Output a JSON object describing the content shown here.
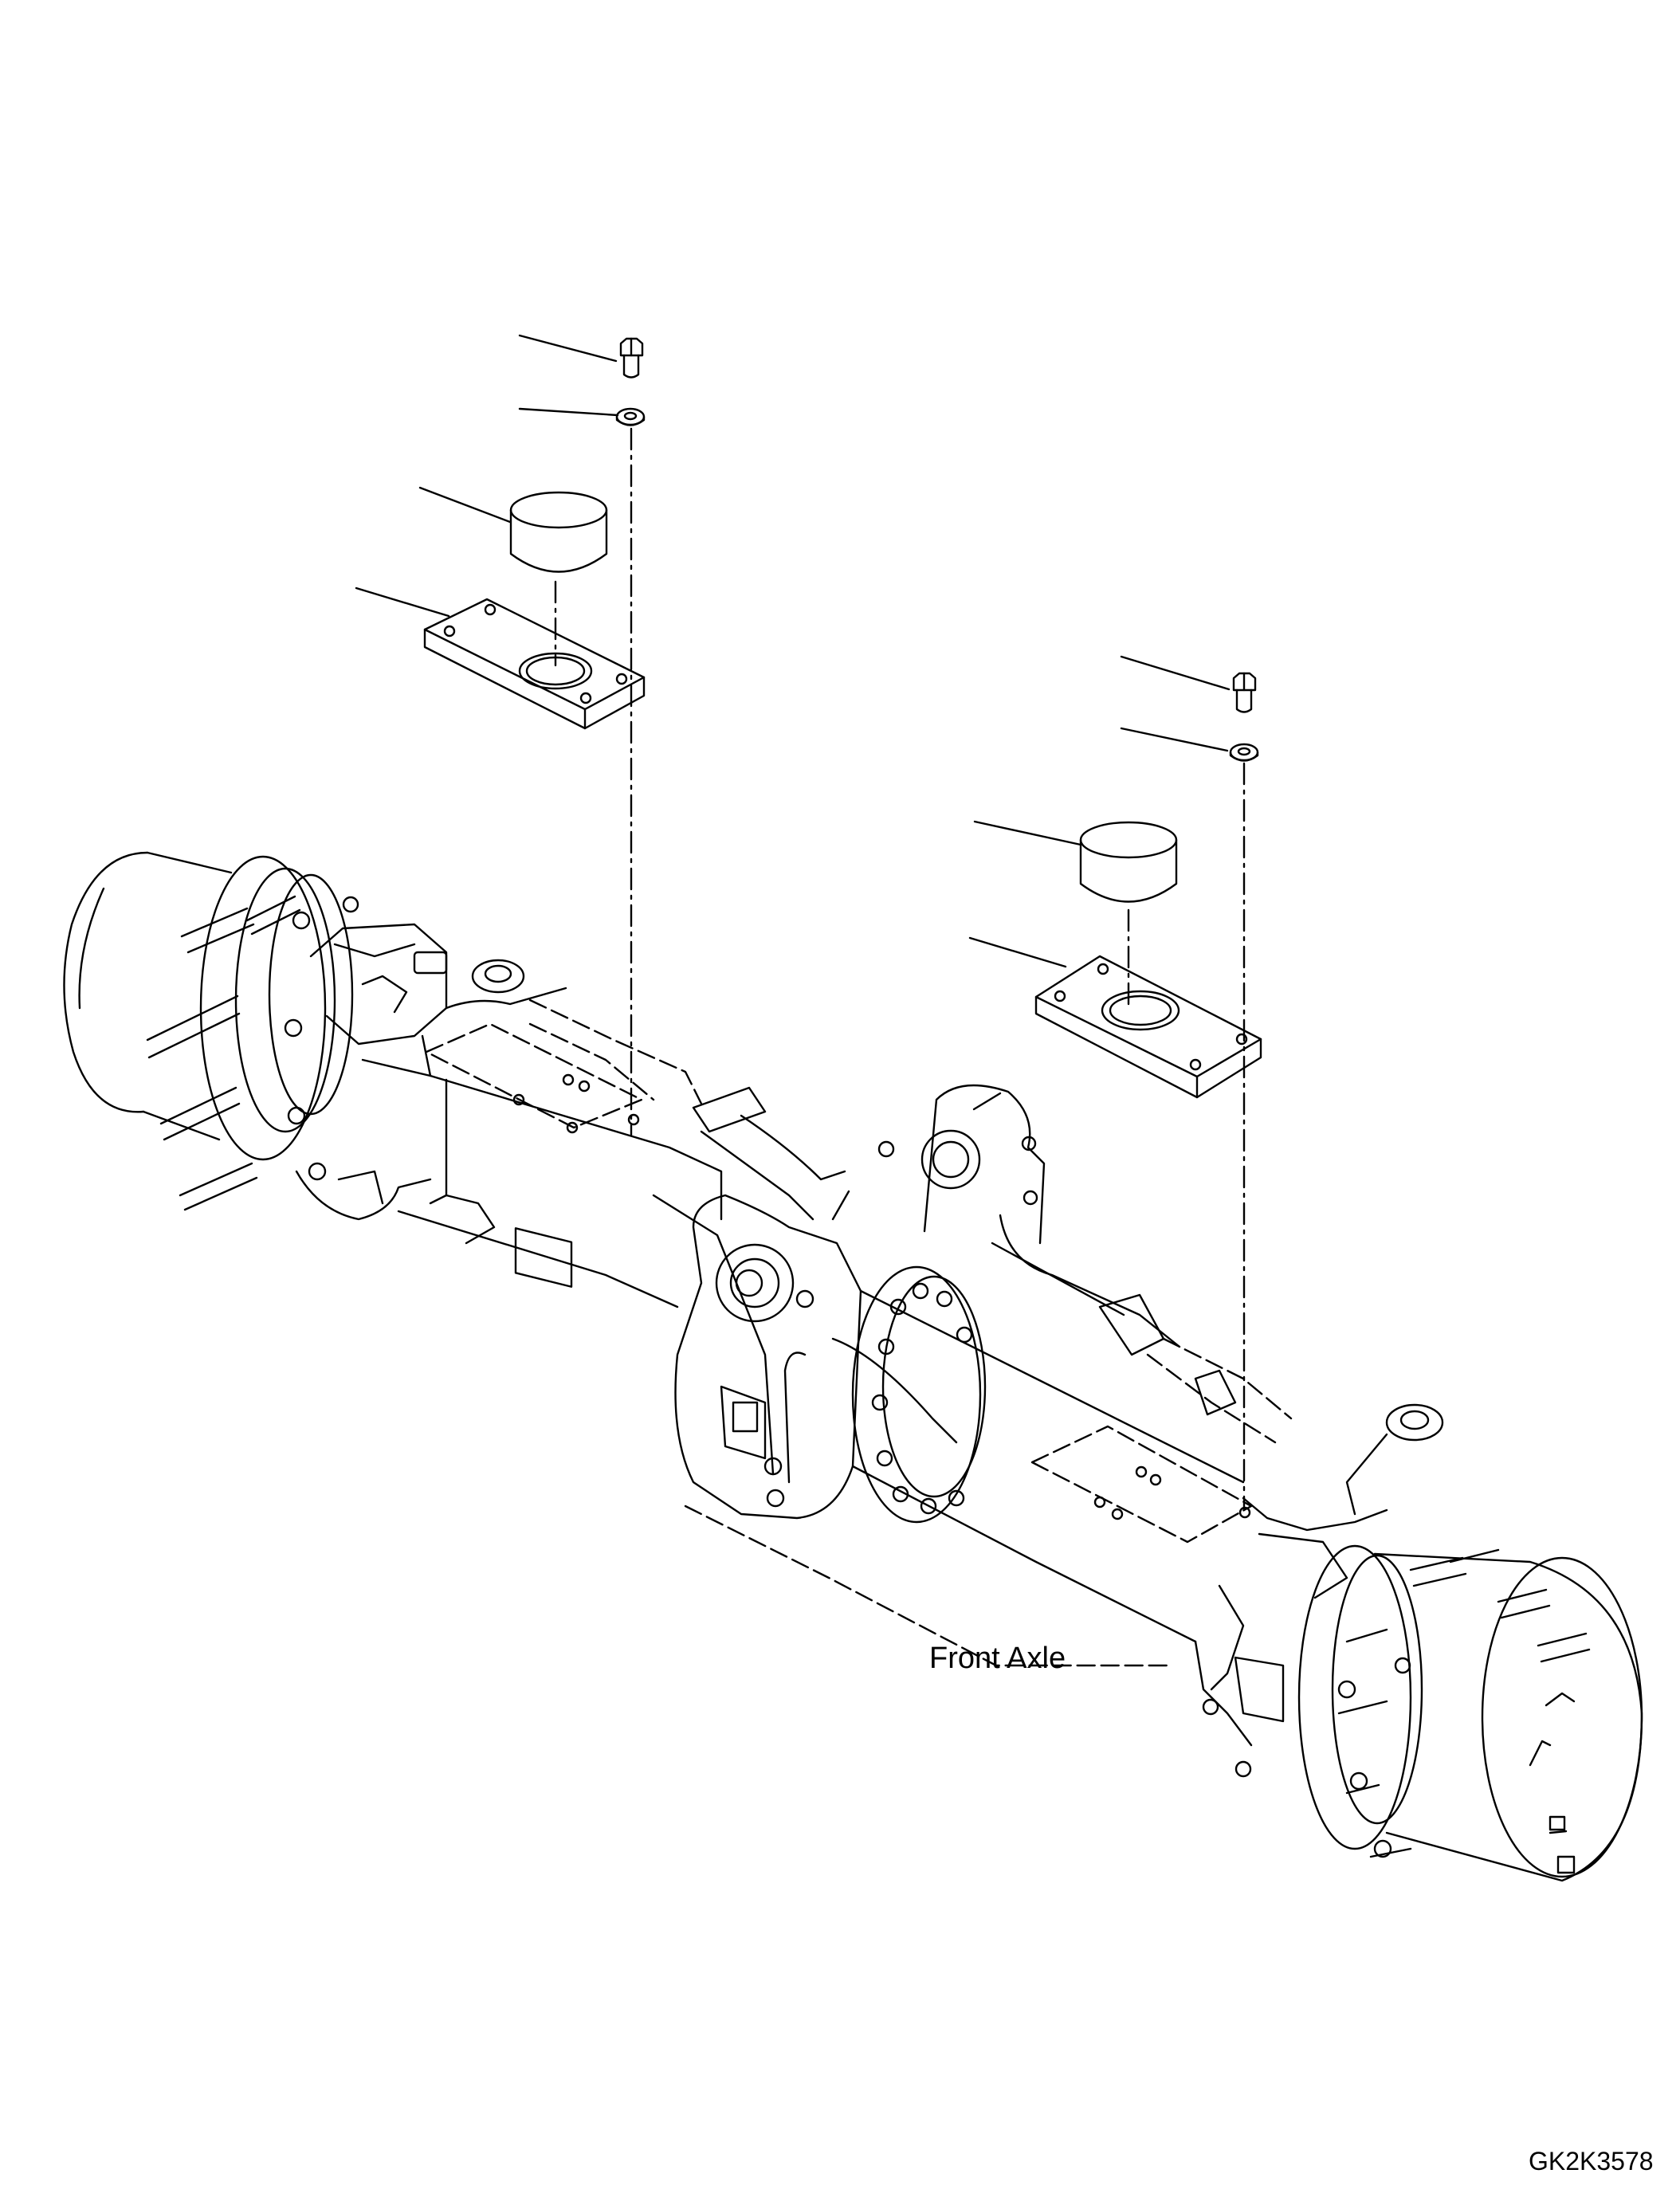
{
  "caption": "Front Axle",
  "drawing_number": "GK2K3578",
  "line_color": "#000000",
  "background": "#ffffff",
  "parts": [
    {
      "name": "bolt-left",
      "icon": "bolt-icon"
    },
    {
      "name": "washer-left",
      "icon": "washer-icon"
    },
    {
      "name": "stopper-cap-left",
      "icon": "cylinder-cap-icon"
    },
    {
      "name": "mounting-plate-left",
      "icon": "plate-icon"
    },
    {
      "name": "bolt-right",
      "icon": "bolt-icon"
    },
    {
      "name": "washer-right",
      "icon": "washer-icon"
    },
    {
      "name": "stopper-cap-right",
      "icon": "cylinder-cap-icon"
    },
    {
      "name": "mounting-plate-right",
      "icon": "plate-icon"
    }
  ]
}
